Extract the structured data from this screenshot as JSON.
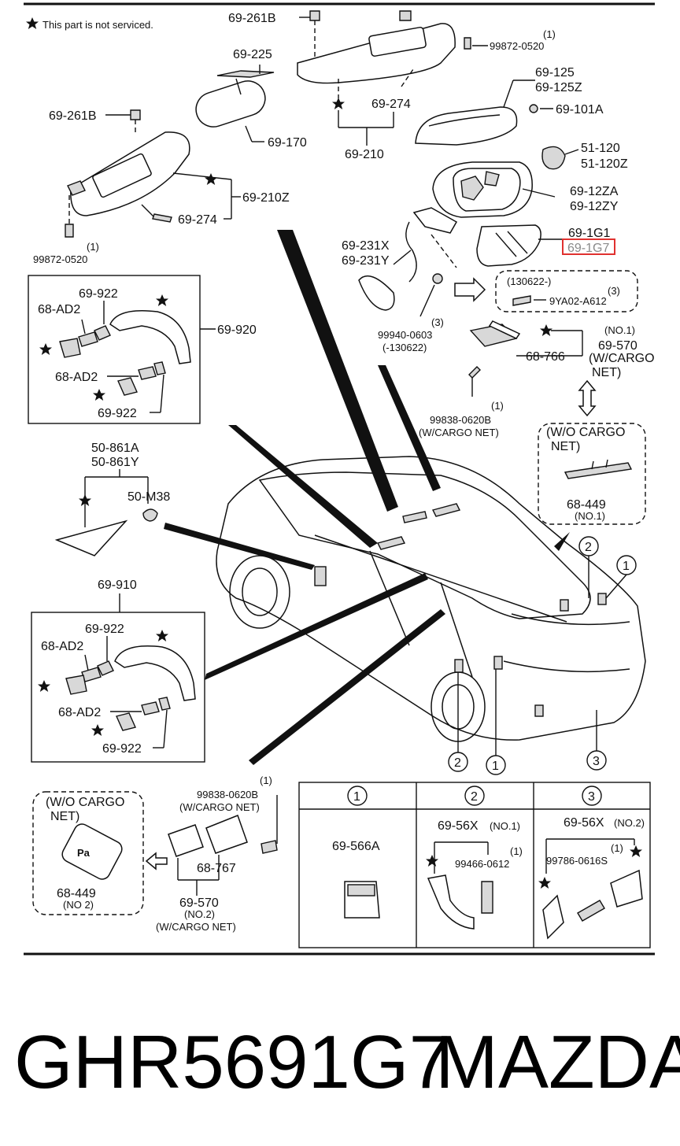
{
  "note": "This part is not serviced.",
  "labels": {
    "p69_261B_a": "69-261B",
    "p99872_a": "99872-0520",
    "p99872_a_qty": "(1)",
    "p69_225": "69-225",
    "p69_274_a": "69-274",
    "p69_125": "69-125",
    "p69_125Z": "69-125Z",
    "p69_101A": "69-101A",
    "p69_261B_b": "69-261B",
    "p69_170": "69-170",
    "p69_210": "69-210",
    "p51_120": "51-120",
    "p51_120Z": "51-120Z",
    "p69_210Z": "69-210Z",
    "p69_274_b": "69-274",
    "p69_12ZA": "69-12ZA",
    "p69_12ZY": "69-12ZY",
    "p99872_b": "99872-0520",
    "p99872_b_qty": "(1)",
    "p69_231X": "69-231X",
    "p69_231Y": "69-231Y",
    "p69_1G1": "69-1G1",
    "p69_1G7": "69-1G7",
    "p130622": "(130622-)",
    "p9YA02_qty": "(3)",
    "p9YA02": "9YA02-A612",
    "p69_922_a": "69-922",
    "p68_AD2_a": "68-AD2",
    "p69_920": "69-920",
    "p68_AD2_b": "68-AD2",
    "p69_922_b": "69-922",
    "p99940": "99940-0603",
    "p99940_qty": "(3)",
    "p99940_date": "(-130622)",
    "pNO1_a": "(NO.1)",
    "p69_570_a": "69-570",
    "pWCARGO_a": "(W/CARGO",
    "pNET_a": "NET)",
    "p68_766": "68-766",
    "p99838_a": "99838-0620B",
    "p99838_a_qty": "(1)",
    "pWCARGONET_a": "(W/CARGO NET)",
    "pWOCARGO_a": "(W/O CARGO",
    "pNET_b": "NET)",
    "p68_449_a": "68-449",
    "pNO1_b": "(NO.1)",
    "p50_861A": "50-861A",
    "p50_861Y": "50-861Y",
    "p50_M38": "50-M38",
    "p69_910": "69-910",
    "p69_922_c": "69-922",
    "p68_AD2_c": "68-AD2",
    "p68_AD2_d": "68-AD2",
    "p69_922_d": "69-922",
    "c1": "1",
    "c2": "2",
    "c3": "3",
    "c1b": "1",
    "c2b": "2",
    "pWOCARGO_b": "(W/O CARGO",
    "pNET_c": "NET)",
    "p68_449_b": "68-449",
    "pNO2_a": "(NO 2)",
    "p99838_b_qty": "(1)",
    "p99838_b": "99838-0620B",
    "pWCARGONET_b": "(W/CARGO NET)",
    "p68_767": "68-767",
    "p69_570_b": "69-570",
    "pNO2_b": "(NO.2)",
    "pWCARGONET_c": "(W/CARGO NET)"
  },
  "table": {
    "headers": [
      "1",
      "2",
      "3"
    ],
    "cell1": {
      "part": "69-566A"
    },
    "cell2": {
      "part": "69-56X",
      "variant": "(NO.1)",
      "bolt": "99466-0612",
      "qty": "(1)"
    },
    "cell3": {
      "part": "69-56X",
      "variant": "(NO.2)",
      "bolt": "99786-0616S",
      "qty": "(1)"
    }
  },
  "highlighted_part": "69-1G7",
  "highlight_color": "#e0312f",
  "footer": {
    "part_number": "GHR5691G7",
    "brand": "MAZDA"
  }
}
